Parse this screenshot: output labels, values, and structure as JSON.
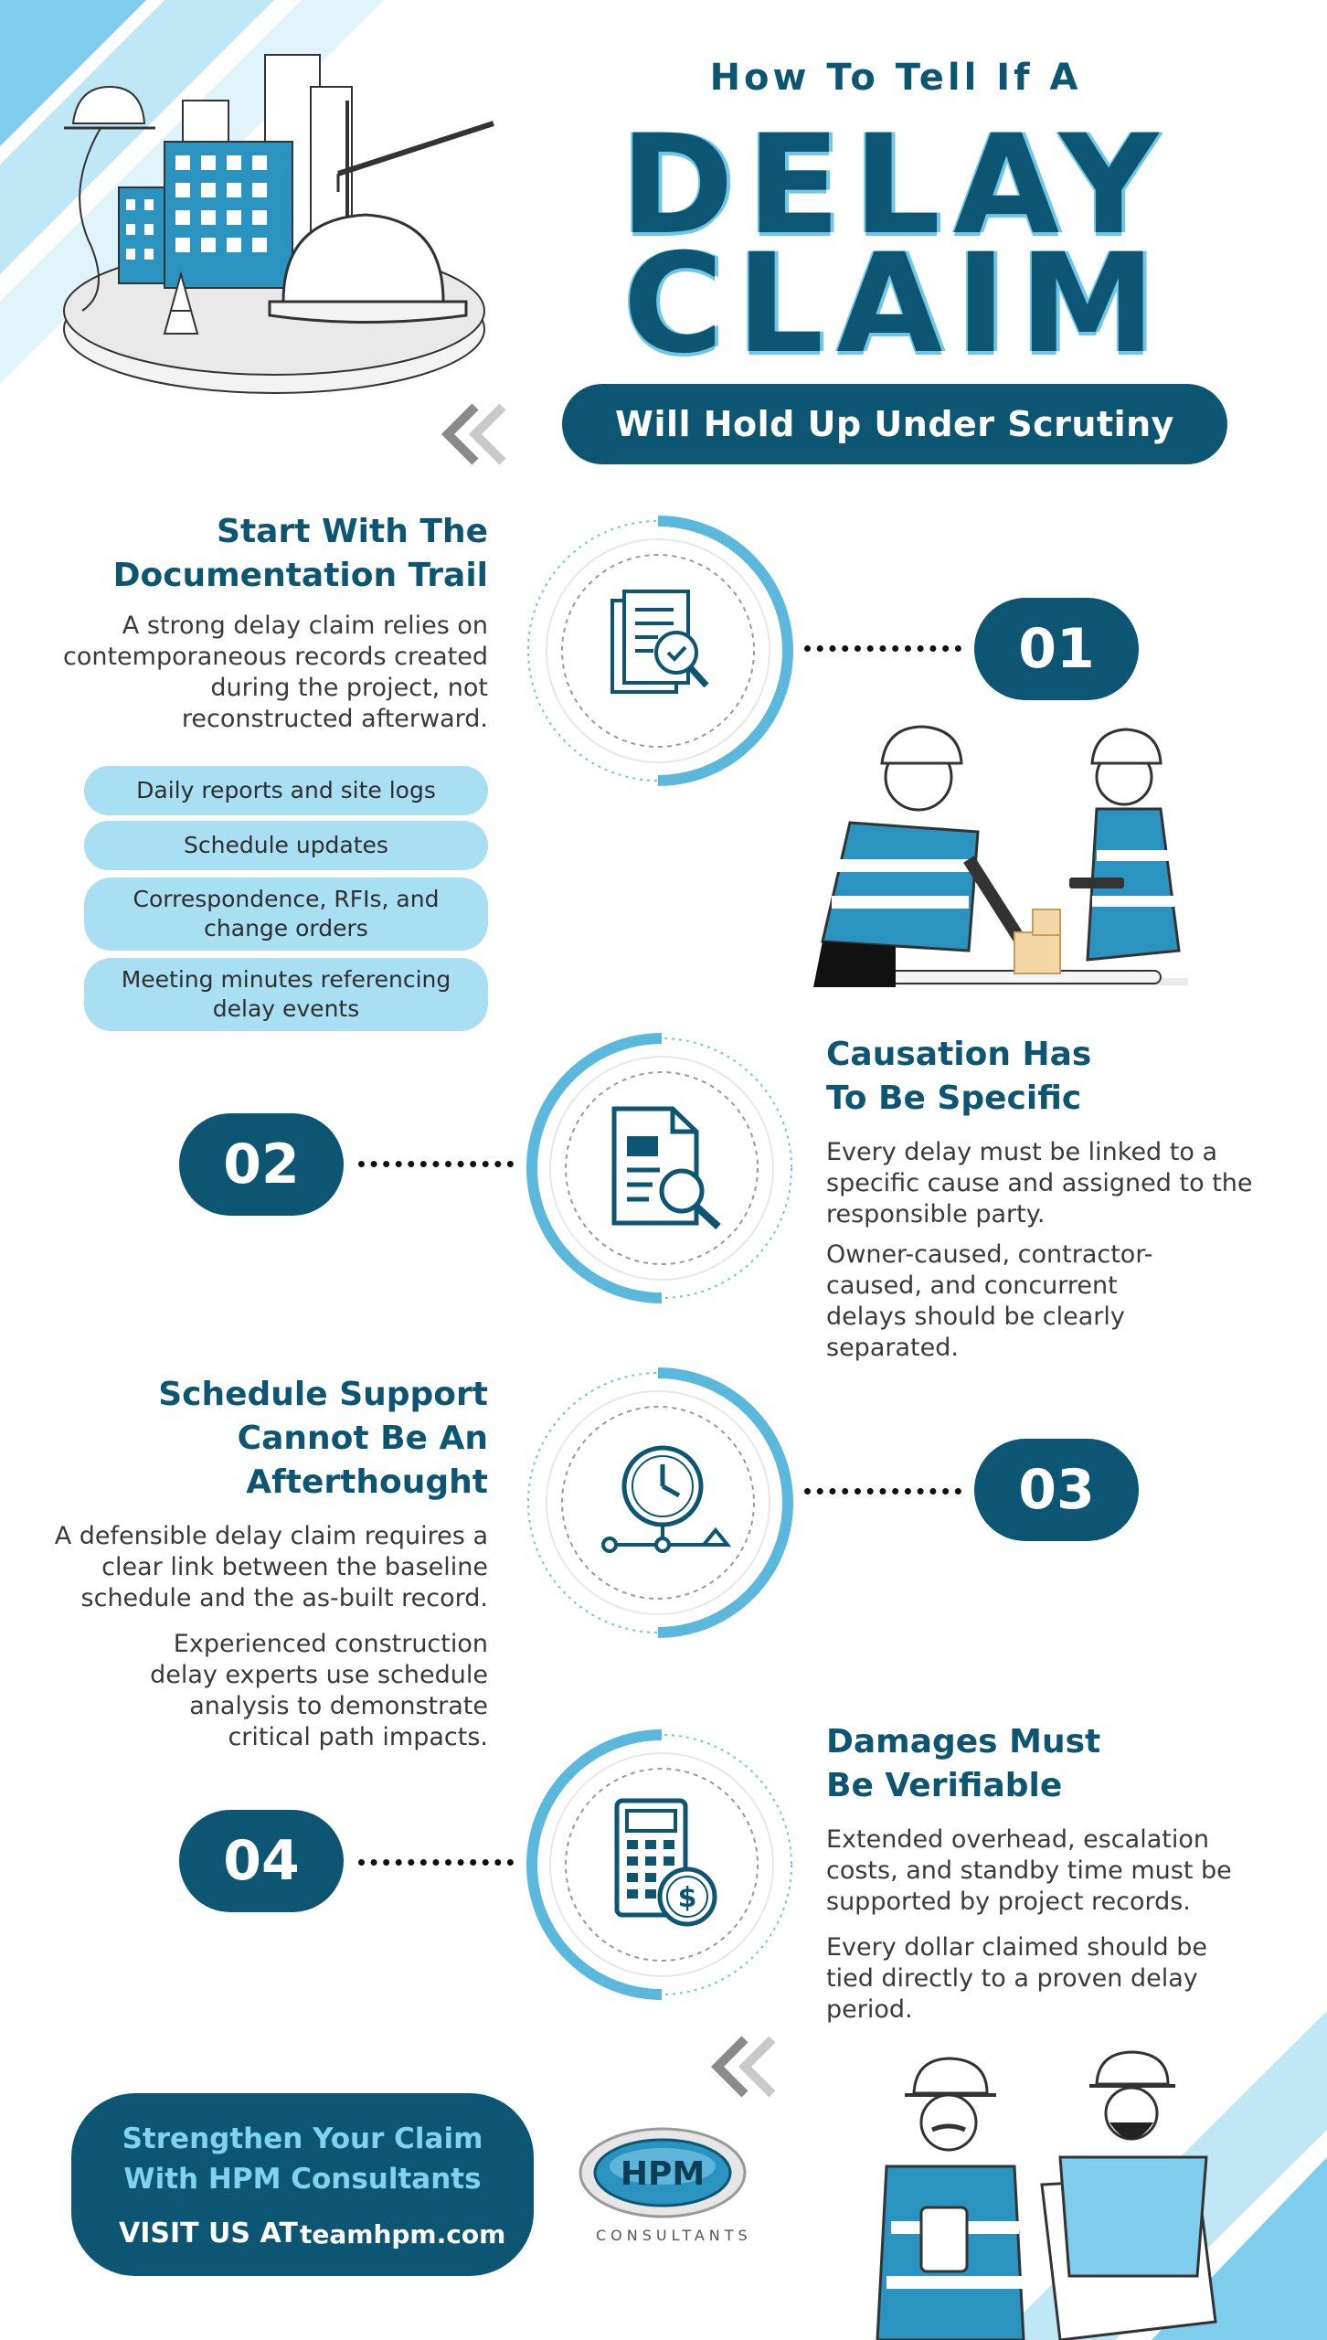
{
  "title": {
    "line1": "How To Tell If A",
    "line2": "DELAY",
    "line3": "CLAIM",
    "banner": "Will Hold Up Under Scrutiny"
  },
  "sections": [
    {
      "number": "01",
      "heading_lines": [
        "Start With The",
        "Documentation Trail"
      ],
      "paragraphs": [
        "A strong delay claim relies on contemporaneous records created during the project, not reconstructed afterward."
      ],
      "items": [
        "Daily reports and site logs",
        "Schedule updates",
        "Correspondence, RFIs, and change orders",
        "Meeting minutes referencing delay events"
      ],
      "icon": "document-search-icon"
    },
    {
      "number": "02",
      "heading_lines": [
        "Causation Has",
        "To Be Specific"
      ],
      "paragraphs": [
        "Every delay must be linked to a specific cause and assigned to the responsible party.",
        "Owner-caused, contractor-caused, and concurrent delays should be clearly separated."
      ],
      "icon": "report-magnifier-icon"
    },
    {
      "number": "03",
      "heading_lines": [
        "Schedule Support",
        "Cannot Be An",
        "Afterthought"
      ],
      "paragraphs": [
        "A defensible delay claim requires a clear link between the baseline schedule and the as-built record.",
        "Experienced construction delay experts use schedule analysis to demonstrate critical path impacts."
      ],
      "icon": "clock-timeline-icon"
    },
    {
      "number": "04",
      "heading_lines": [
        "Damages Must",
        "Be Verifiable"
      ],
      "paragraphs": [
        "Extended overhead, escalation costs, and standby time must be supported by project records.",
        "Every dollar claimed should be tied directly to a proven delay period."
      ],
      "icon": "calculator-dollar-icon"
    }
  ],
  "cta": {
    "line1": "Strengthen Your Claim",
    "line2": "With HPM Consultants",
    "visit": "VISIT US AT",
    "url": "teamhpm.com"
  },
  "logo": {
    "mark": "HPM",
    "sub": "CONSULTANTS"
  },
  "colors": {
    "navy": "#0c5674",
    "light_blue": "#a8dff3",
    "accent": "#5ab8dc"
  }
}
